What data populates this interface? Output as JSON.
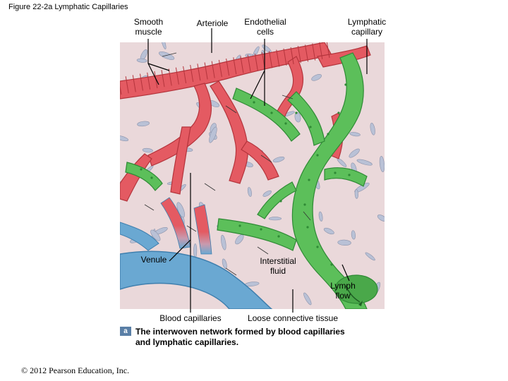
{
  "figure_title": "Figure 22-2a  Lymphatic Capillaries",
  "labels": {
    "smooth_muscle": "Smooth\nmuscle",
    "arteriole": "Arteriole",
    "endothelial_cells": "Endothelial\ncells",
    "lymphatic_capillary": "Lymphatic\ncapillary",
    "venule": "Venule",
    "interstitial_fluid": "Interstitial\nfluid",
    "lymph_flow": "Lymph\nflow",
    "blood_capillaries": "Blood capillaries",
    "loose_connective_tissue": "Loose connective tissue"
  },
  "caption_badge": "a",
  "caption": "The interwoven network formed by blood capillaries\nand lymphatic capillaries.",
  "copyright": "© 2012 Pearson Education, Inc.",
  "colors": {
    "tissue": "#ead8da",
    "arteriole": "#e45a62",
    "venule": "#6aa8d2",
    "lymphatic": "#5cbf5a",
    "cell": "#b9c1d6"
  }
}
